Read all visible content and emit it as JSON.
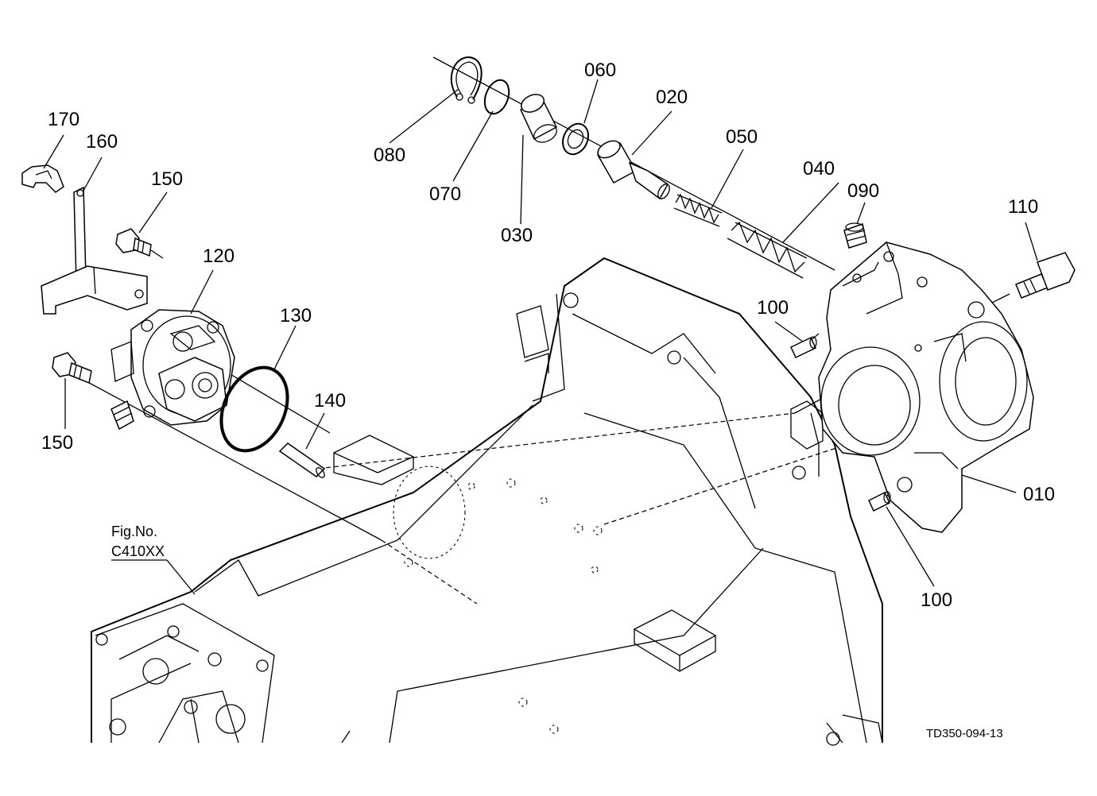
{
  "labels": {
    "p010": "010",
    "p020": "020",
    "p030": "030",
    "p040": "040",
    "p050": "050",
    "p060": "060",
    "p070": "070",
    "p080": "080",
    "p090": "090",
    "p100a": "100",
    "p100b": "100",
    "p110": "110",
    "p120": "120",
    "p130": "130",
    "p140": "140",
    "p150a": "150",
    "p150b": "150",
    "p160": "160",
    "p170": "170"
  },
  "figure": {
    "fig_no_label": "Fig.No.",
    "fig_no_value": "C410XX",
    "drawing_code": "TD350-094-13"
  }
}
